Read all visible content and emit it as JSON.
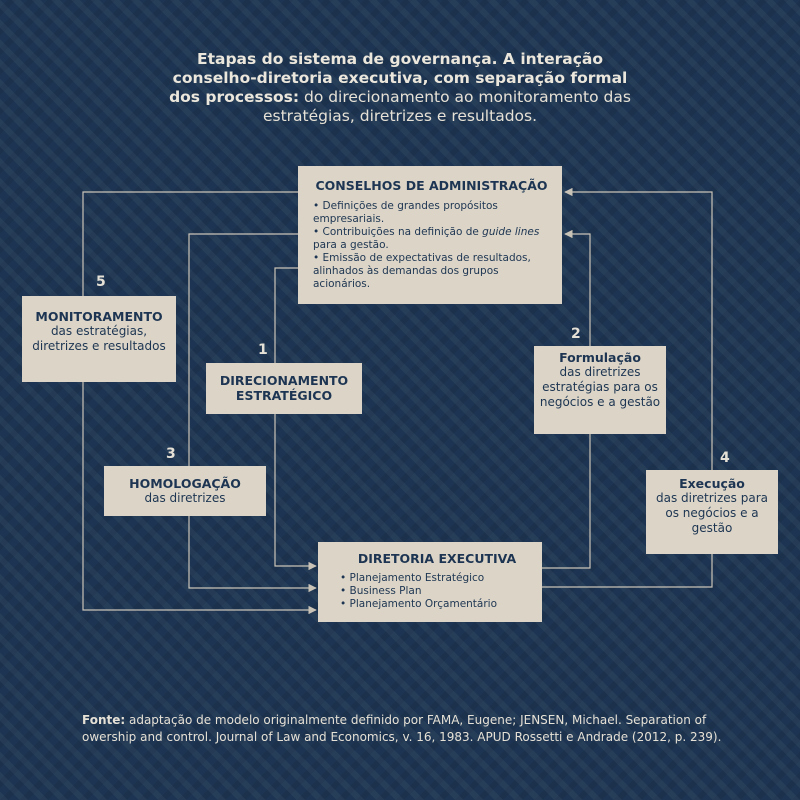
{
  "title": {
    "bold": "Etapas do sistema de governança. A interação conselho-diretoria executiva, com separação formal dos processos:",
    "normal": " do direcionamento ao monitoramento das estratégias, diretrizes e resultados."
  },
  "conselhos": {
    "title": "CONSELHOS DE ADMINISTRAÇÃO",
    "items": [
      "• Definições de grandes propósitos empresariais.",
      "• Emissão de expectativas de resultados, alinhados às demandas dos grupos acionários."
    ],
    "item2_pre": "• Contribuições na definição de ",
    "item2_em": "guide lines",
    "item2_post": " para a gestão."
  },
  "direcionamento": {
    "number": "1",
    "title": "DIRECIONAMENTO ESTRATÉGICO"
  },
  "formulacao": {
    "number": "2",
    "title": "Formulação",
    "subtitle": "das diretrizes estratégias para os negócios e a gestão"
  },
  "homologacao": {
    "number": "3",
    "title": "HOMOLOGAÇÃO",
    "subtitle": "das diretrizes"
  },
  "execucao": {
    "number": "4",
    "title": "Execução",
    "subtitle": "das diretrizes para os negócios e a gestão"
  },
  "monitoramento": {
    "number": "5",
    "title": "MONITORAMENTO",
    "subtitle": "das estratégias, diretrizes e resultados"
  },
  "diretoria": {
    "title": "DIRETORIA EXECUTIVA",
    "items": [
      "• Planejamento Estratégico",
      "• Business Plan",
      "• Planejamento Orçamentário"
    ]
  },
  "source": {
    "label": "Fonte:",
    "text": " adaptação de modelo originalmente definido por FAMA, Eugene; JENSEN, Michael. Separation of owership and control. Journal of Law and Economics, v. 16, 1983.  APUD Rossetti e Andrade (2012, p. 239)."
  },
  "colors": {
    "background": "#1d3552",
    "box": "#dcd5c7",
    "text_dark": "#1d3552",
    "line": "#c9c3b7"
  }
}
